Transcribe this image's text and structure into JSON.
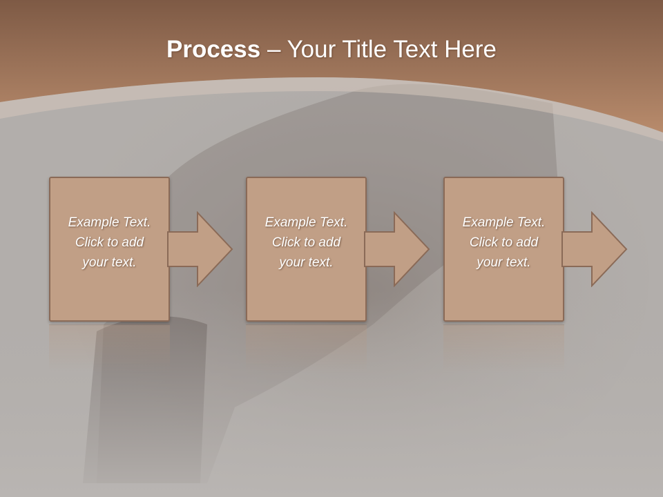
{
  "title": {
    "bold": "Process",
    "rest": " – Your Title Text Here"
  },
  "steps": [
    {
      "lines": [
        "Example Text.",
        "Click  to add",
        "your text."
      ]
    },
    {
      "lines": [
        "Example Text.",
        "Click  to add",
        "your text."
      ]
    },
    {
      "lines": [
        "Example Text.",
        "Click  to add",
        "your text."
      ]
    }
  ],
  "colors": {
    "header_brown": "#a87d61",
    "box_fill": "#c19f86",
    "box_border": "#8a6a57",
    "background_gray": "#b2aeab"
  },
  "icons": [
    "right-arrow-icon"
  ]
}
